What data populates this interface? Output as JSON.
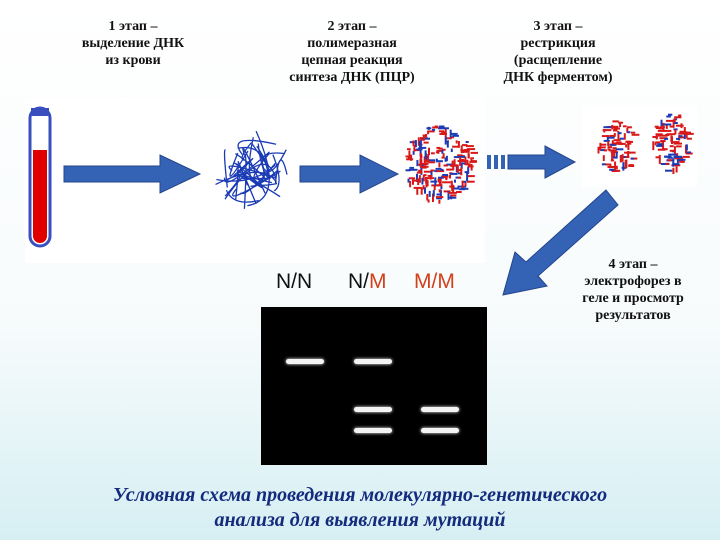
{
  "stages": {
    "stage1": [
      "1 этап –",
      "выделение ДНК",
      "из крови"
    ],
    "stage2": [
      "2 этап –",
      "полимеразная",
      "цепная реакция",
      "синтеза ДНК (ПЦР)"
    ],
    "stage3": [
      "3 этап –",
      "рестрикция",
      "(расщепление",
      "ДНК ферментом)"
    ],
    "stage4": [
      "4 этап –",
      "электрофорез в",
      "геле и просмотр",
      "результатов"
    ]
  },
  "genotypes": {
    "g1": {
      "a": "N/N"
    },
    "g2": {
      "a": "N/",
      "b": "M"
    },
    "g3": {
      "a": "M/M"
    }
  },
  "gel_bands": [
    {
      "lane": "N/N",
      "rows": [
        1
      ]
    },
    {
      "lane": "N/M",
      "rows": [
        1,
        2,
        3
      ]
    },
    {
      "lane": "M/M",
      "rows": [
        2,
        3
      ]
    }
  ],
  "caption": [
    "Условная схема проведения молекулярно-генетического",
    "анализа для выявления мутаций"
  ],
  "colors": {
    "arrow": "#3463b6",
    "blood": "#e00000",
    "dna_blue": "#1a3bb5",
    "dna_red": "#d81818",
    "caption": "#142a7c",
    "mutant_label": "#d2401c"
  }
}
